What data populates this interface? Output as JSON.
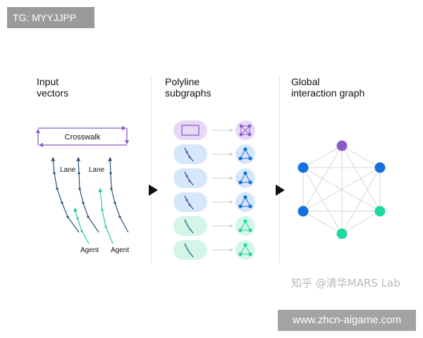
{
  "badge_top": "TG: MYYJJPP",
  "columns": [
    {
      "title_line1": "Input",
      "title_line2": "vectors"
    },
    {
      "title_line1": "Polyline",
      "title_line2": "subgraphs"
    },
    {
      "title_line1": "Global",
      "title_line2": "interaction graph"
    }
  ],
  "labels": {
    "crosswalk": "Crosswalk",
    "lane_1": "Lane",
    "lane_2": "Lane",
    "agent_1": "Agent",
    "agent_2": "Agent"
  },
  "colors": {
    "purple": "#8b5cc9",
    "blue": "#1570e0",
    "teal": "#1fd8a0",
    "lane_arrow": "#2a4f7a",
    "agent_arrow": "#2fc79a",
    "edge": "#dddddd"
  },
  "icons": [
    "play-triangle-icon",
    "play-triangle-icon"
  ],
  "watermark": "知乎 @清华MARS Lab",
  "badge_bottom": "www.zhcn-aigame.com"
}
